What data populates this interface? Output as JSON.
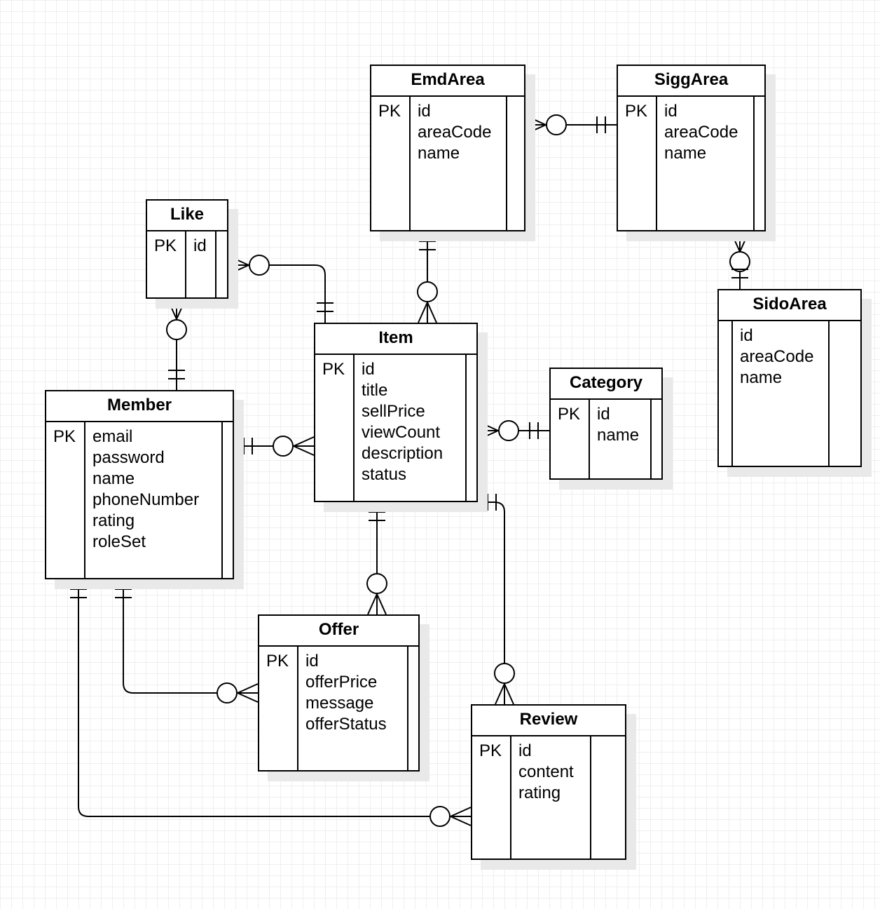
{
  "entities": {
    "emd_area": {
      "title": "EmdArea",
      "key": "PK",
      "fields": [
        "id",
        "areaCode",
        "name"
      ]
    },
    "sigg_area": {
      "title": "SiggArea",
      "key": "PK",
      "fields": [
        "id",
        "areaCode",
        "name"
      ]
    },
    "sido_area": {
      "title": "SidoArea",
      "key": "",
      "fields": [
        "id",
        "areaCode",
        "name"
      ]
    },
    "like": {
      "title": "Like",
      "key": "PK",
      "fields": [
        "id"
      ]
    },
    "item": {
      "title": "Item",
      "key": "PK",
      "fields": [
        "id",
        "title",
        "sellPrice",
        "viewCount",
        "description",
        "status"
      ]
    },
    "category": {
      "title": "Category",
      "key": "PK",
      "fields": [
        "id",
        "name"
      ]
    },
    "member": {
      "title": "Member",
      "key": "PK",
      "fields": [
        "email",
        "password",
        "name",
        "phoneNumber",
        "rating",
        "roleSet"
      ]
    },
    "offer": {
      "title": "Offer",
      "key": "PK",
      "fields": [
        "id",
        "offerPrice",
        "message",
        "offerStatus"
      ]
    },
    "review": {
      "title": "Review",
      "key": "PK",
      "fields": [
        "id",
        "content",
        "rating"
      ]
    }
  },
  "relationships": [
    {
      "from": "SiggArea",
      "from_cardinality": "one-and-only-one",
      "to": "EmdArea",
      "to_cardinality": "zero-or-many"
    },
    {
      "from": "SiggArea",
      "from_cardinality": "zero-or-many",
      "to": "SidoArea",
      "to_cardinality": "one-and-only-one"
    },
    {
      "from": "EmdArea",
      "from_cardinality": "one-and-only-one",
      "to": "Item",
      "to_cardinality": "zero-or-many"
    },
    {
      "from": "Item",
      "from_cardinality": "one-and-only-one",
      "to": "Like",
      "to_cardinality": "zero-or-many"
    },
    {
      "from": "Member",
      "from_cardinality": "one-and-only-one",
      "to": "Like",
      "to_cardinality": "zero-or-many"
    },
    {
      "from": "Member",
      "from_cardinality": "one-and-only-one",
      "to": "Item",
      "to_cardinality": "zero-or-many"
    },
    {
      "from": "Category",
      "from_cardinality": "one-and-only-one",
      "to": "Item",
      "to_cardinality": "zero-or-many"
    },
    {
      "from": "Item",
      "from_cardinality": "one-and-only-one",
      "to": "Offer",
      "to_cardinality": "zero-or-many"
    },
    {
      "from": "Item",
      "from_cardinality": "one-and-only-one",
      "to": "Review",
      "to_cardinality": "zero-or-many"
    },
    {
      "from": "Member",
      "from_cardinality": "one-and-only-one",
      "to": "Offer",
      "to_cardinality": "zero-or-many"
    },
    {
      "from": "Member",
      "from_cardinality": "one-and-only-one",
      "to": "Review",
      "to_cardinality": "zero-or-many"
    }
  ],
  "colors": {
    "line": "#000000",
    "entity_fill": "#ffffff",
    "shadow": "#e9e9e9",
    "grid": "#efefef"
  }
}
